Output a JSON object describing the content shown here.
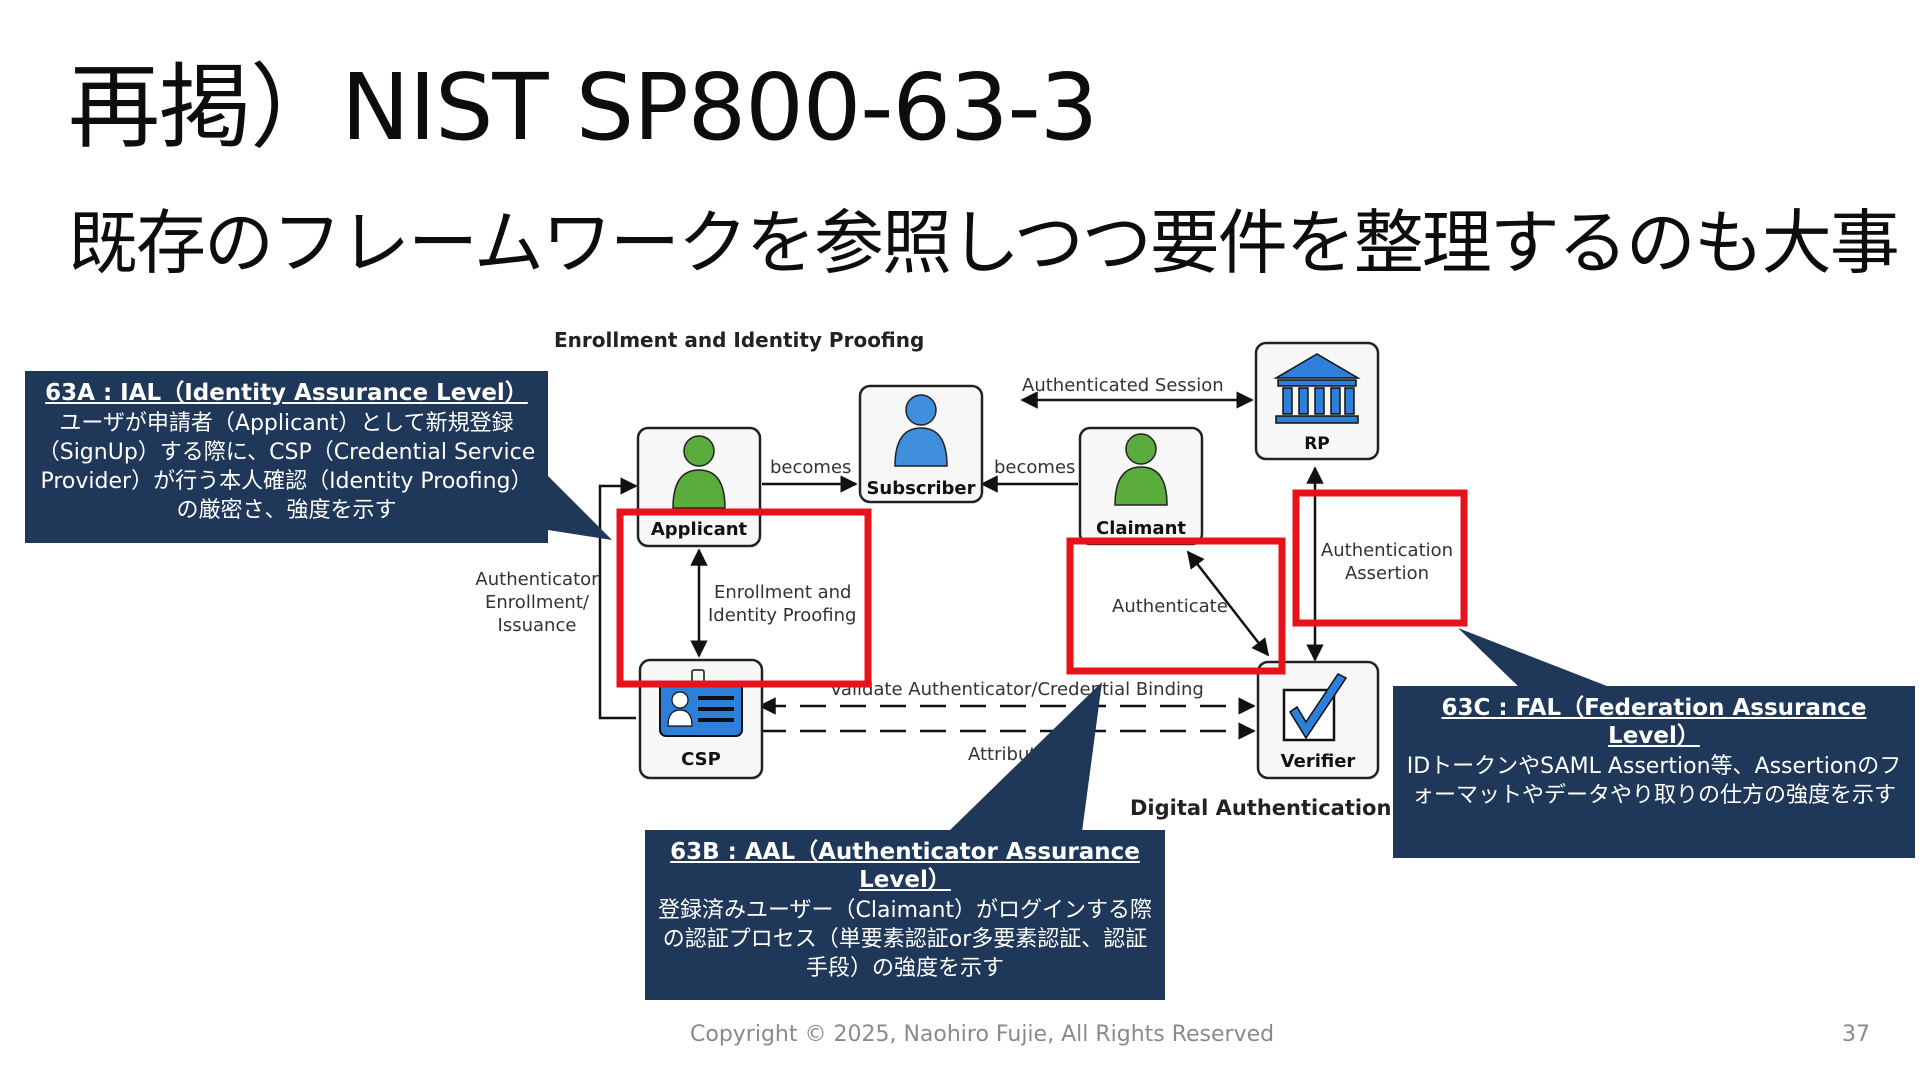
{
  "slide": {
    "title": "再掲）NIST SP800-63-3",
    "subtitle": "既存のフレームワークを参照しつつ要件を整理するのも大事",
    "copyright": "Copyright © 2025, Naohiro Fujie, All Rights Reserved",
    "page_number": "37"
  },
  "diagram": {
    "section_enrollment": "Enrollment and Identity Proofing",
    "section_digital_auth": "Digital Authentication",
    "nodes": {
      "applicant": "Applicant",
      "subscriber": "Subscriber",
      "claimant": "Claimant",
      "rp": "RP",
      "csp": "CSP",
      "verifier": "Verifier"
    },
    "edges": {
      "becomes_1": "becomes",
      "becomes_2": "becomes",
      "authenticated_session": "Authenticated Session",
      "enrollment_proofing_line1": "Enrollment and",
      "enrollment_proofing_line2": "Identity Proofing",
      "authenticator_enrollment_line1": "Authenticator",
      "authenticator_enrollment_line2": "Enrollment/",
      "authenticator_enrollment_line3": "Issuance",
      "authenticate": "Authenticate",
      "authentication_assertion_line1": "Authentication",
      "authentication_assertion_line2": "Assertion",
      "validate_binding": "Validate Authenticator/Credential Binding",
      "attributes": "Attributes"
    },
    "colors": {
      "highlight": "#e8121a",
      "person_green": "#5aac3c",
      "person_blue": "#3f8fdc",
      "icon_blue": "#2d7fd9",
      "callout_bg": "#1f3759"
    }
  },
  "callouts": {
    "ial": {
      "heading": "63A : IAL（Identity Assurance Level）",
      "body": "ユーザが申請者（Applicant）として新規登録（SignUp）する際に、CSP（Credential Service Provider）が行う本人確認（Identity Proofing）の厳密さ、強度を示す"
    },
    "aal": {
      "heading": "63B : AAL（Authenticator Assurance Level）",
      "body": "登録済みユーザー（Claimant）がログインする際の認証プロセス（単要素認証or多要素認証、認証手段）の強度を示す"
    },
    "fal": {
      "heading": "63C : FAL（Federation Assurance Level）",
      "body": "IDトークンやSAML Assertion等、Assertionのフォーマットやデータやり取りの仕方の強度を示す"
    }
  }
}
